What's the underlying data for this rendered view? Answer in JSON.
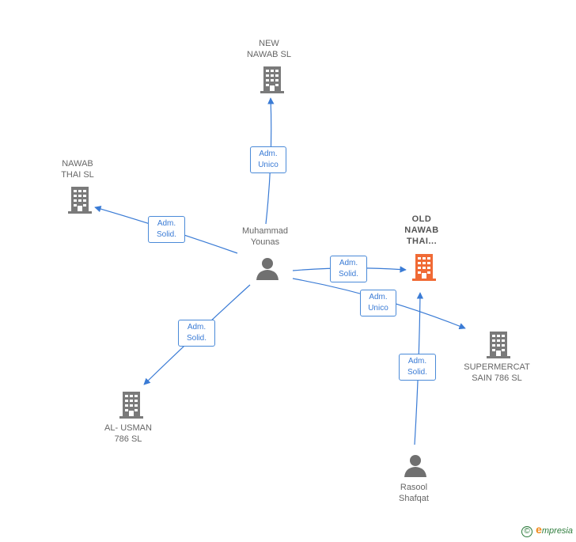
{
  "colors": {
    "edge": "#3a7bd5",
    "company": "#7a7a7a",
    "company_highlight": "#f06a35",
    "person": "#707070"
  },
  "nodes": {
    "new_nawab": {
      "line1": "NEW",
      "line2": "NAWAB SL"
    },
    "nawab_thai": {
      "line1": "NAWAB",
      "line2": "THAI SL"
    },
    "muhammad": {
      "line1": "Muhammad",
      "line2": "Younas"
    },
    "old_nawab": {
      "line1": "OLD",
      "line2": "NAWAB",
      "line3": "THAI..."
    },
    "supermercat": {
      "line1": "SUPERMERCAT",
      "line2": "SAIN 786 SL"
    },
    "al_usman": {
      "line1": "AL- USMAN",
      "line2": "786 SL"
    },
    "rasool": {
      "line1": "Rasool",
      "line2": "Shafqat"
    }
  },
  "relations": {
    "r1": {
      "line1": "Adm.",
      "line2": "Unico"
    },
    "r2": {
      "line1": "Adm.",
      "line2": "Solid."
    },
    "r3": {
      "line1": "Adm.",
      "line2": "Solid."
    },
    "r4": {
      "line1": "Adm.",
      "line2": "Unico"
    },
    "r5": {
      "line1": "Adm.",
      "line2": "Solid."
    },
    "r6": {
      "line1": "Adm.",
      "line2": "Solid."
    }
  },
  "watermark": {
    "symbol": "©",
    "brand_initial": "e",
    "brand_rest": "mpresia"
  }
}
